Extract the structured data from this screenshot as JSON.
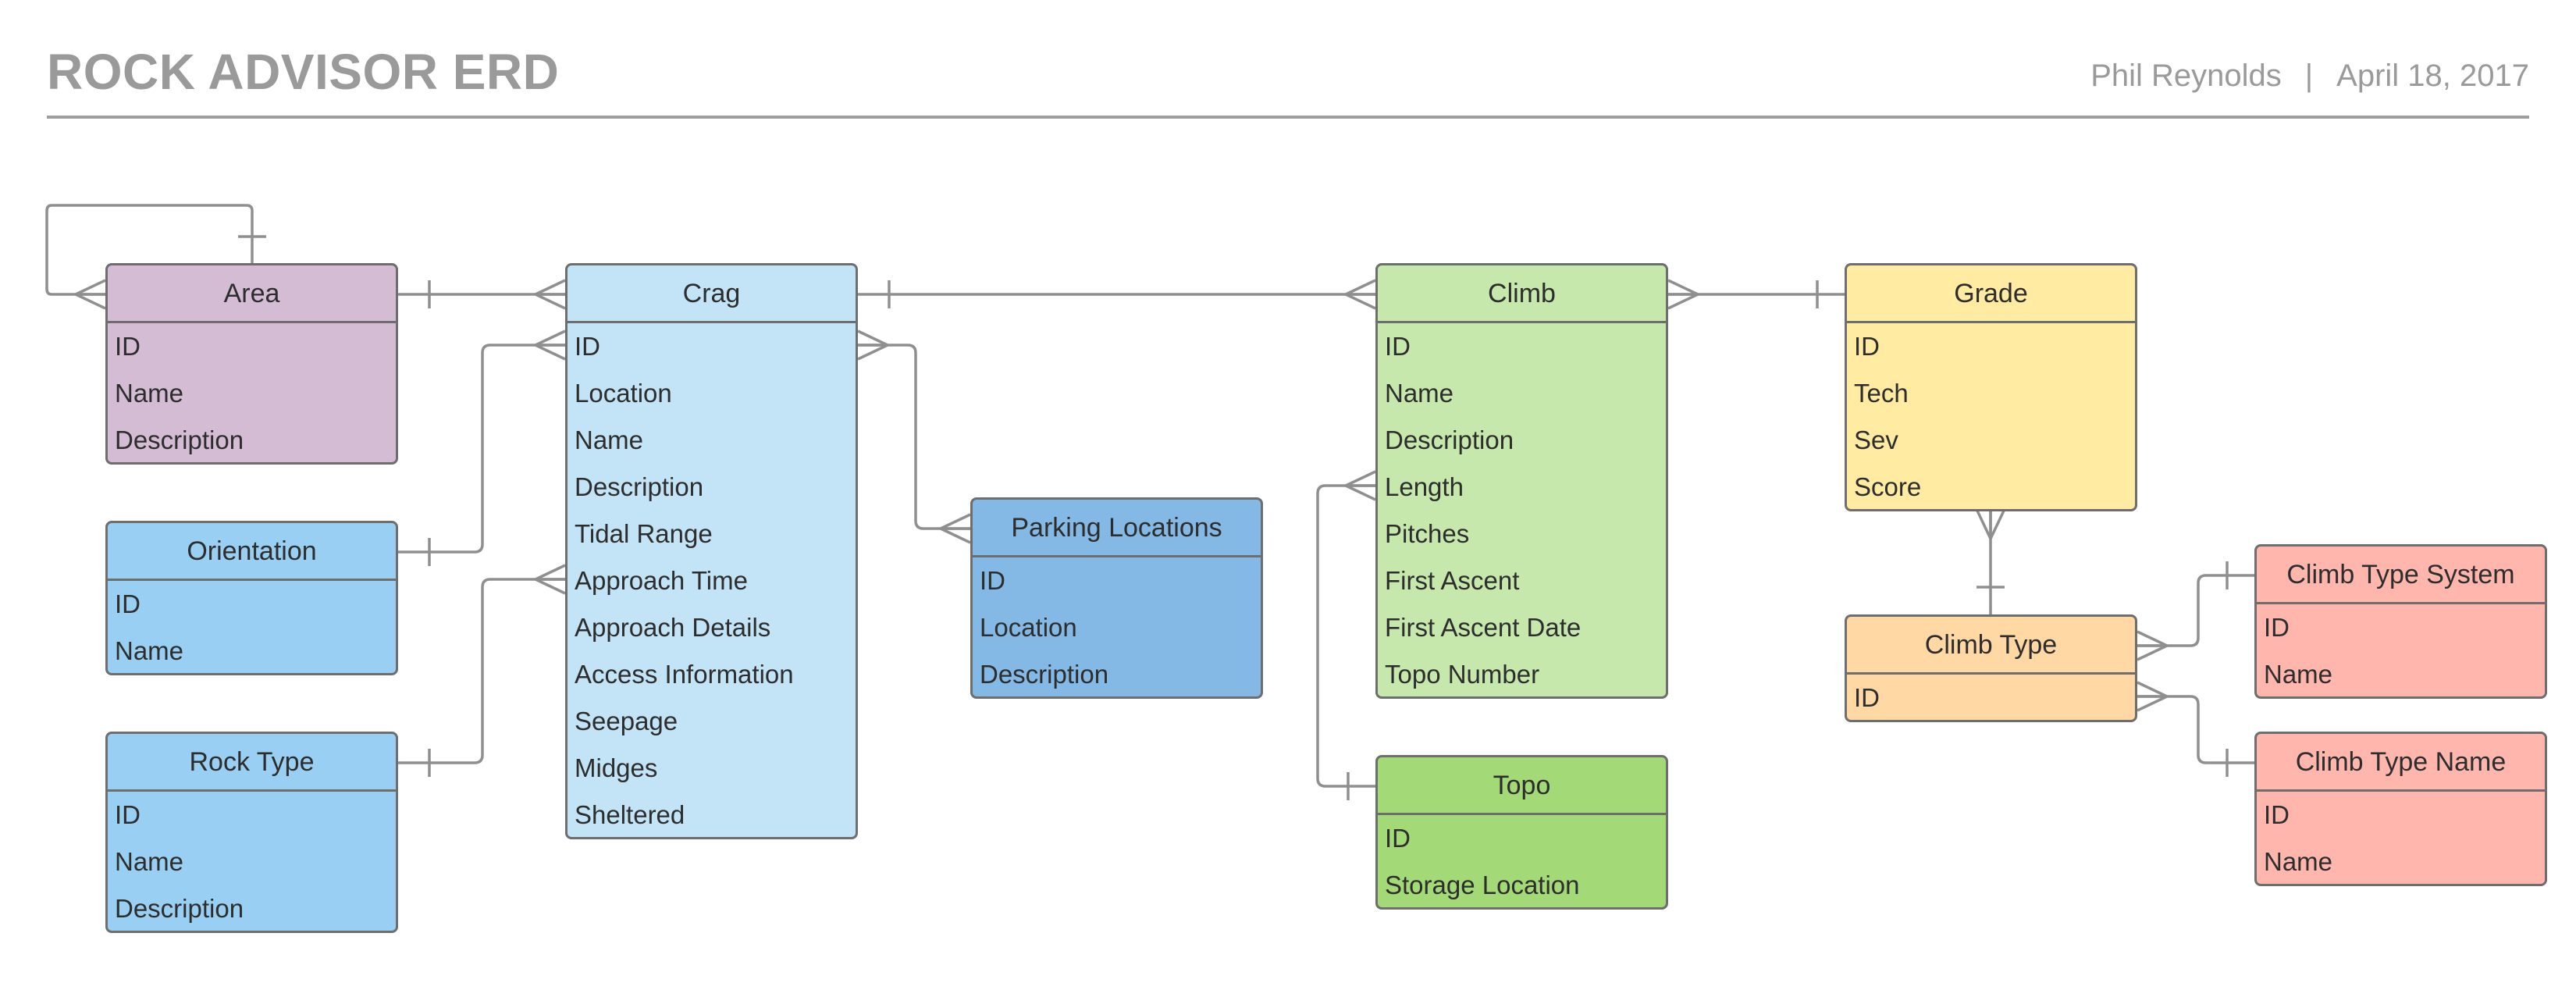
{
  "header": {
    "title": "ROCK ADVISOR ERD",
    "author": "Phil Reynolds",
    "separator": "|",
    "date": "April 18, 2017"
  },
  "colors": {
    "area": "#d4bcd4",
    "crag": "#c3e4f6",
    "climb": "#c7e8ac",
    "grade": "#ffeba2",
    "orientation": "#99cff2",
    "rock_type": "#99cff2",
    "parking_locations": "#83b9e4",
    "topo": "#a3d977",
    "climb_type": "#ffd8a4",
    "climb_type_system": "#ffb6ac",
    "climb_type_name": "#ffb6ac",
    "line": "#8f8f8f"
  },
  "entities": {
    "area": {
      "name": "Area",
      "fields": [
        "ID",
        "Name",
        "Description"
      ]
    },
    "crag": {
      "name": "Crag",
      "fields": [
        "ID",
        "Location",
        "Name",
        "Description",
        "Tidal Range",
        "Approach Time",
        "Approach Details",
        "Access Information",
        "Seepage",
        "Midges",
        "Sheltered"
      ]
    },
    "climb": {
      "name": "Climb",
      "fields": [
        "ID",
        "Name",
        "Description",
        "Length",
        "Pitches",
        "First Ascent",
        "First Ascent Date",
        "Topo Number"
      ]
    },
    "grade": {
      "name": "Grade",
      "fields": [
        "ID",
        "Tech",
        "Sev",
        "Score"
      ]
    },
    "orientation": {
      "name": "Orientation",
      "fields": [
        "ID",
        "Name"
      ]
    },
    "rock_type": {
      "name": "Rock Type",
      "fields": [
        "ID",
        "Name",
        "Description"
      ]
    },
    "parking_locations": {
      "name": "Parking Locations",
      "fields": [
        "ID",
        "Location",
        "Description"
      ]
    },
    "topo": {
      "name": "Topo",
      "fields": [
        "ID",
        "Storage Location"
      ]
    },
    "climb_type": {
      "name": "Climb Type",
      "fields": [
        "ID"
      ]
    },
    "climb_type_system": {
      "name": "Climb Type System",
      "fields": [
        "ID",
        "Name"
      ]
    },
    "climb_type_name": {
      "name": "Climb Type Name",
      "fields": [
        "ID",
        "Name"
      ]
    }
  },
  "relationships": [
    {
      "from": "Area",
      "from_card": "one",
      "to": "Area",
      "to_card": "many"
    },
    {
      "from": "Area",
      "from_card": "one",
      "to": "Crag",
      "to_card": "many"
    },
    {
      "from": "Orientation",
      "from_card": "one",
      "to": "Crag",
      "to_card": "many"
    },
    {
      "from": "Rock Type",
      "from_card": "one",
      "to": "Crag",
      "to_card": "many"
    },
    {
      "from": "Crag",
      "from_card": "many",
      "to": "Parking Locations",
      "to_card": "many"
    },
    {
      "from": "Crag",
      "from_card": "one",
      "to": "Climb",
      "to_card": "many"
    },
    {
      "from": "Climb",
      "from_card": "many",
      "to": "Topo",
      "to_card": "one"
    },
    {
      "from": "Climb",
      "from_card": "many",
      "to": "Grade",
      "to_card": "one"
    },
    {
      "from": "Grade",
      "from_card": "many",
      "to": "Climb Type",
      "to_card": "one"
    },
    {
      "from": "Climb Type",
      "from_card": "many",
      "to": "Climb Type System",
      "to_card": "one"
    },
    {
      "from": "Climb Type",
      "from_card": "many",
      "to": "Climb Type Name",
      "to_card": "one"
    }
  ]
}
